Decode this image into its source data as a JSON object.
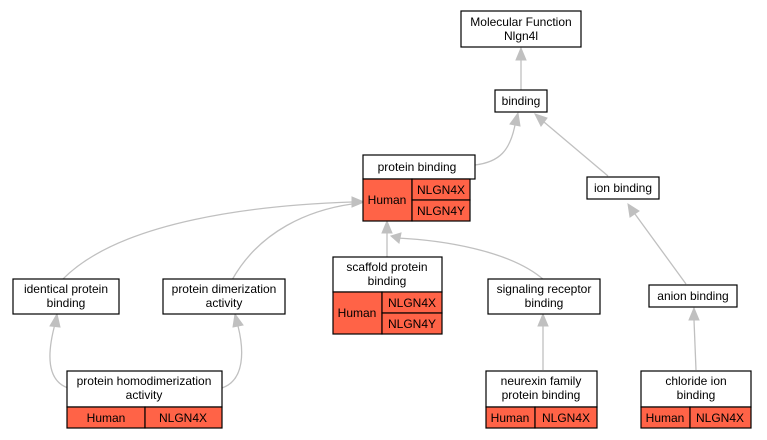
{
  "colors": {
    "annotation_fill": "#ff6347",
    "edge": "#c0c0c0",
    "border": "#000000",
    "node_fill": "#ffffff"
  },
  "nodes": {
    "root": {
      "line1": "Molecular Function",
      "line2": "Nlgn4l"
    },
    "binding": {
      "label": "binding"
    },
    "protein_binding": {
      "label": "protein binding",
      "species": "Human",
      "genes": [
        "NLGN4X",
        "NLGN4Y"
      ]
    },
    "ion_binding": {
      "label": "ion binding"
    },
    "identical_protein_binding": {
      "line1": "identical protein",
      "line2": "binding"
    },
    "protein_dimerization_activity": {
      "line1": "protein dimerization",
      "line2": "activity"
    },
    "scaffold_protein_binding": {
      "line1": "scaffold protein",
      "line2": "binding",
      "species": "Human",
      "genes": [
        "NLGN4X",
        "NLGN4Y"
      ]
    },
    "signaling_receptor_binding": {
      "line1": "signaling receptor",
      "line2": "binding"
    },
    "anion_binding": {
      "label": "anion binding"
    },
    "protein_homodimerization_activity": {
      "line1": "protein homodimerization",
      "line2": "activity",
      "species": "Human",
      "gene": "NLGN4X"
    },
    "neurexin_family_protein_binding": {
      "line1": "neurexin family",
      "line2": "protein binding",
      "species": "Human",
      "gene": "NLGN4X"
    },
    "chloride_ion_binding": {
      "line1": "chloride ion",
      "line2": "binding",
      "species": "Human",
      "gene": "NLGN4X"
    }
  }
}
